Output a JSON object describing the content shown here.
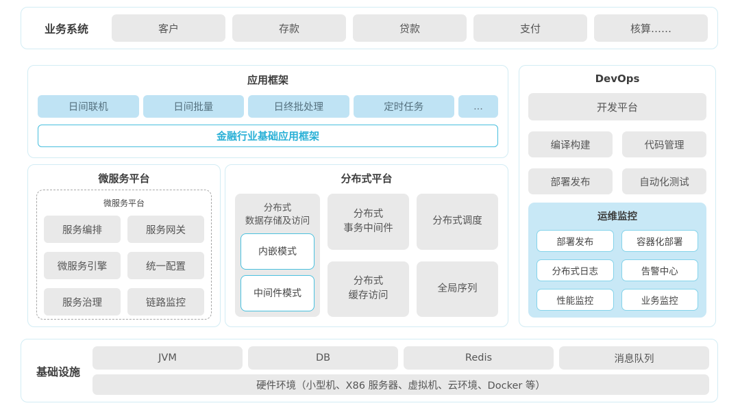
{
  "colors": {
    "panel_border": "#d2ecf4",
    "gray_box_bg": "#e9e9e9",
    "gray_text": "#555555",
    "blue_box_bg": "#bfe3f4",
    "blue_box_text": "#54707e",
    "accent_cyan_text": "#29b0d6",
    "accent_cyan_border": "#46bedd",
    "monitor_bg": "#c8e8f6",
    "monitor_item_border": "#84d3ea",
    "title_text": "#3d3d3d"
  },
  "business": {
    "label": "业务系统",
    "items": [
      "客户",
      "存款",
      "贷款",
      "支付",
      "核算……"
    ]
  },
  "app_framework": {
    "title": "应用框架",
    "modules": [
      "日间联机",
      "日间批量",
      "日终批处理",
      "定时任务",
      "..."
    ],
    "base_bar": "金融行业基础应用框架"
  },
  "microservice": {
    "title": "微服务平台",
    "inner_title": "微服务平台",
    "items": [
      "服务编排",
      "服务网关",
      "微服务引擎",
      "统一配置",
      "服务治理",
      "链路监控"
    ]
  },
  "distributed": {
    "title": "分布式平台",
    "storage": {
      "line1": "分布式",
      "line2": "数据存储及访问",
      "modes": [
        "内嵌模式",
        "中间件模式"
      ]
    },
    "transaction": {
      "line1": "分布式",
      "line2": "事务中间件"
    },
    "cache": {
      "line1": "分布式",
      "line2": "缓存访问"
    },
    "scheduling": "分布式调度",
    "sequence": "全局序列"
  },
  "devops": {
    "title": "DevOps",
    "platform": "开发平台",
    "items": [
      "编译构建",
      "代码管理",
      "部署发布",
      "自动化测试"
    ],
    "monitor": {
      "title": "运维监控",
      "items": [
        "部署发布",
        "容器化部署",
        "分布式日志",
        "告警中心",
        "性能监控",
        "业务监控"
      ]
    }
  },
  "infrastructure": {
    "label": "基础设施",
    "items": [
      "JVM",
      "DB",
      "Redis",
      "消息队列"
    ],
    "hardware": "硬件环境（小型机、X86 服务器、虚拟机、云环境、Docker 等）"
  }
}
